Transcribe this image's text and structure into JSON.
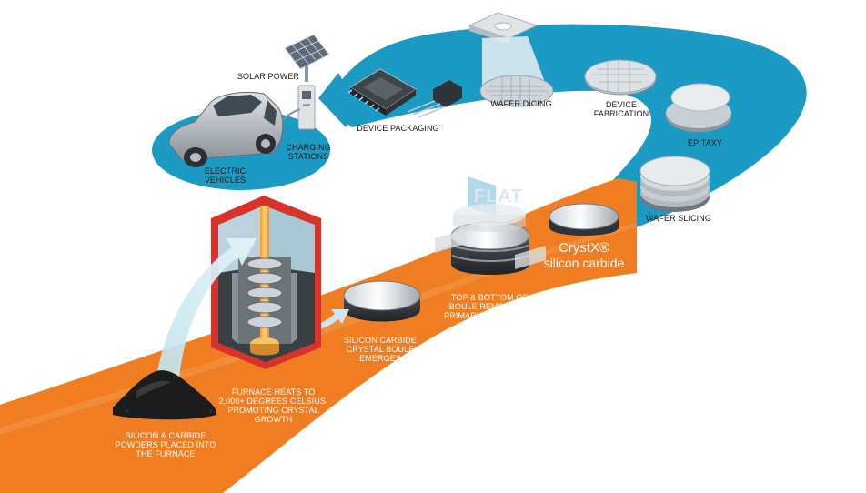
{
  "colors": {
    "road_orange": "#f07d22",
    "road_blue": "#1b9bc3",
    "accent_light_blue": "#cfe6f2",
    "furnace_red": "#d8332a"
  },
  "icons": [
    "solar-panel-icon",
    "car-icon",
    "charging-station-icon",
    "chip-icon",
    "transistor-icon",
    "wafer-dicing-icon",
    "wafer-icon",
    "epitaxy-icon",
    "wafer-stack-icon",
    "furnace-icon",
    "powder-pile-icon",
    "boule-icon"
  ],
  "labels": {
    "solar_power": "SOLAR POWER",
    "charging_stations_1": "CHARGING",
    "charging_stations_2": "STATIONS",
    "electric_vehicles_1": "ELECTRIC",
    "electric_vehicles_2": "VEHICLES",
    "device_packaging": "DEVICE PACKAGING",
    "wafer_dicing": "WAFER DICING",
    "device_fabrication_1": "DEVICE",
    "device_fabrication_2": "FABRICATION",
    "epitaxy": "EPITAXY",
    "wafer_slicing": "WAFER SLICING",
    "flat": "FLAT",
    "brand_1": "CrystX®",
    "brand_2": "silicon carbide",
    "top_bottom_1": "TOP & BOTTOM OF",
    "top_bottom_2": "BOULE REMOVED &",
    "top_bottom_3": "PRIMARY FLAT ADDED",
    "boule_emerges_1": "SILICON CARBIDE",
    "boule_emerges_2": "CRYSTAL BOULE",
    "boule_emerges_3": "EMERGES",
    "furnace_1": "FURNACE HEATS TO",
    "furnace_2": "2,000+ DEGREES CELSIUS,",
    "furnace_3": "PROMOTING CRYSTAL",
    "furnace_4": "GROWTH",
    "powders_1": "SILICON & CARBIDE",
    "powders_2": "POWDERS PLACED INTO",
    "powders_3": "THE FURNACE"
  }
}
